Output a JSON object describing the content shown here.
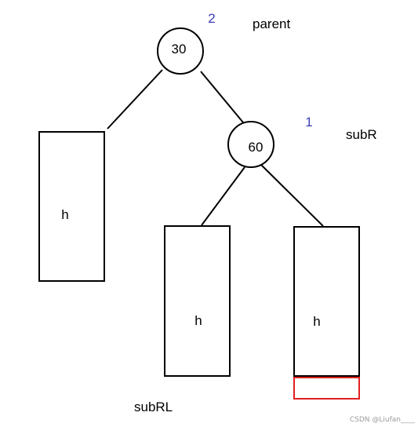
{
  "nodes": {
    "root": {
      "value": "30",
      "balance_factor": "2",
      "role_label": "parent"
    },
    "right_child": {
      "value": "60",
      "balance_factor": "1",
      "role_label": "subR"
    }
  },
  "subtrees": {
    "left_of_root": {
      "height_label": "h"
    },
    "left_of_right_child": {
      "height_label": "h",
      "role_label": "subRL"
    },
    "right_of_right_child": {
      "height_label": "h"
    }
  },
  "colors": {
    "stroke": "#000000",
    "balance_factor_text": "#3c3cb4",
    "inserted_level": "#e02020"
  },
  "watermark": "CSDN @Liufan____"
}
